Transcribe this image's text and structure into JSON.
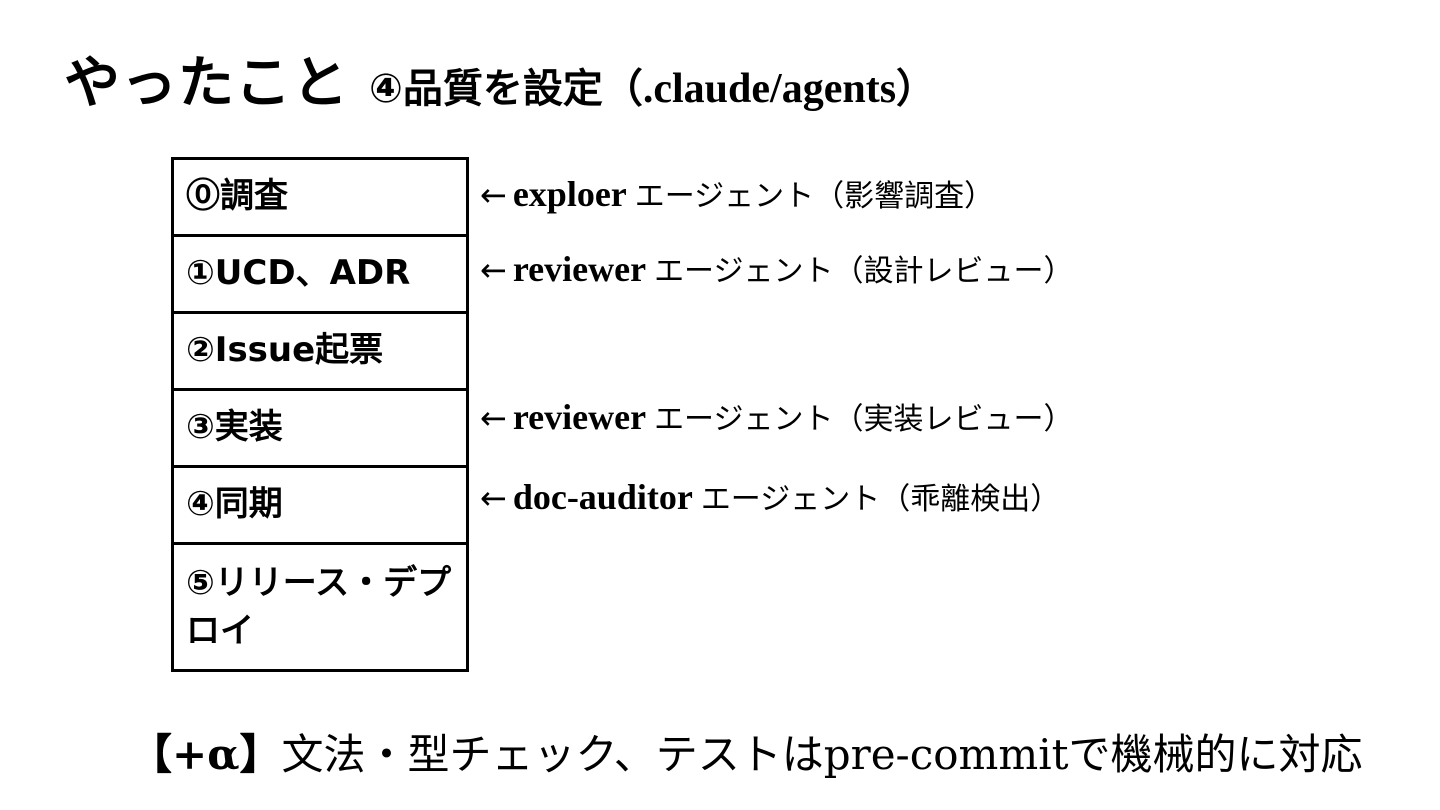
{
  "title": {
    "main": "やったこと",
    "sub_prefix": "④品質を設定（",
    "sub_path": ".claude/agents",
    "sub_suffix": "）"
  },
  "steps": [
    {
      "label": "⓪調査"
    },
    {
      "label": "①UCD、ADR"
    },
    {
      "label": "②Issue起票"
    },
    {
      "label": "③実装"
    },
    {
      "label": "④同期"
    },
    {
      "label": "⑤リリース・デプロイ"
    }
  ],
  "annotations": [
    {
      "arrow": "←",
      "agent": "exploer",
      "desc": "エージェント（影響調査）"
    },
    {
      "arrow": "←",
      "agent": "reviewer",
      "desc": "エージェント（設計レビュー）"
    },
    {
      "arrow": "←",
      "agent": "reviewer",
      "desc": "エージェント（実装レビュー）"
    },
    {
      "arrow": "←",
      "agent": "doc-auditor",
      "desc": "エージェント（乖離検出）"
    }
  ],
  "footer": {
    "tag": "【+α】",
    "text": "文法・型チェック、テストはpre-commitで機械的に対応"
  }
}
